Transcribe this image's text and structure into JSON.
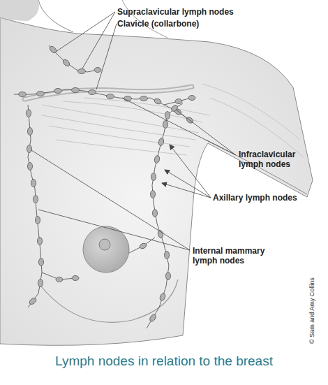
{
  "diagram": {
    "caption": "Lymph nodes in relation to the breast",
    "labels": [
      "Supraclavicular lymph nodes",
      "Clavicle (collarbone)",
      "Infraclavicular lymph nodes",
      "Axillary lymph nodes",
      "Internal mammary lymph nodes",
      "© Sam and Amy Collins"
    ]
  }
}
